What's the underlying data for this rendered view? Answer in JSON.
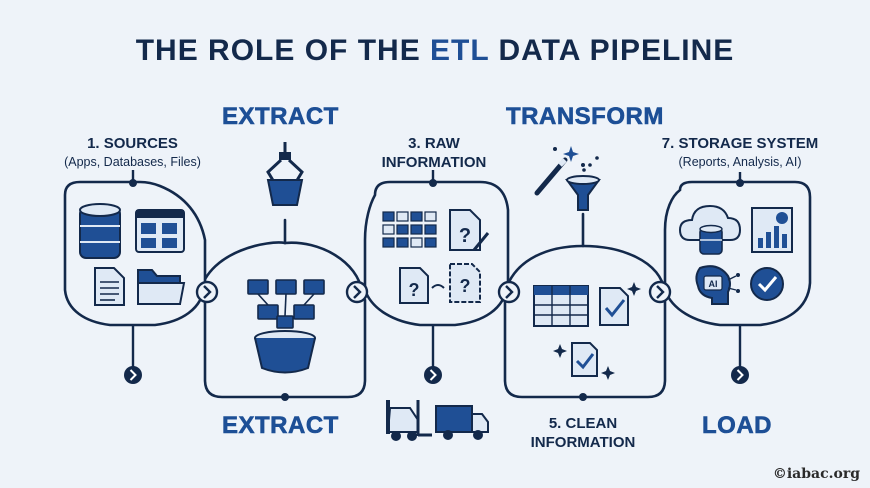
{
  "title": {
    "before": "THE ROLE OF THE ",
    "highlight": "ETL",
    "after": " DATA PIPELINE"
  },
  "labels": {
    "extract_top": "EXTRACT",
    "extract_bottom": "EXTRACT",
    "transform": "TRANSFORM",
    "load": "LOAD"
  },
  "nodes": {
    "sources": {
      "title": "1. SOURCES",
      "subtitle": "(Apps, Databases, Files)"
    },
    "raw": {
      "title_line1": "3. RAW",
      "title_line2": "INFORMATION"
    },
    "clean": {
      "title_line1": "5. CLEAN",
      "title_line2": "INFORMATION"
    },
    "storage": {
      "title": "7. STORAGE SYSTEM",
      "subtitle": "(Reports, Analysis, AI)"
    }
  },
  "icon_text": {
    "ai_chip": "AI"
  },
  "watermark": "©iabac.org",
  "colors": {
    "navy": "#13294b",
    "accent_blue": "#1f4f95",
    "light_blue": "#dfe9f5",
    "background": "#eef3f9"
  },
  "icons": [
    "database-icon",
    "app-window-icon",
    "document-icon",
    "folder-icon",
    "claw-bucket-icon",
    "folder-tree-icon",
    "bucket-icon",
    "grid-blocks-icon",
    "question-doc-icon",
    "puzzle-doc-icon",
    "magic-wand-icon",
    "funnel-icon",
    "table-icon",
    "checked-doc-icon",
    "forklift-icon",
    "truck-icon",
    "cloud-database-icon",
    "chart-report-icon",
    "ai-head-icon",
    "check-circle-icon",
    "chevron-right-icon"
  ]
}
